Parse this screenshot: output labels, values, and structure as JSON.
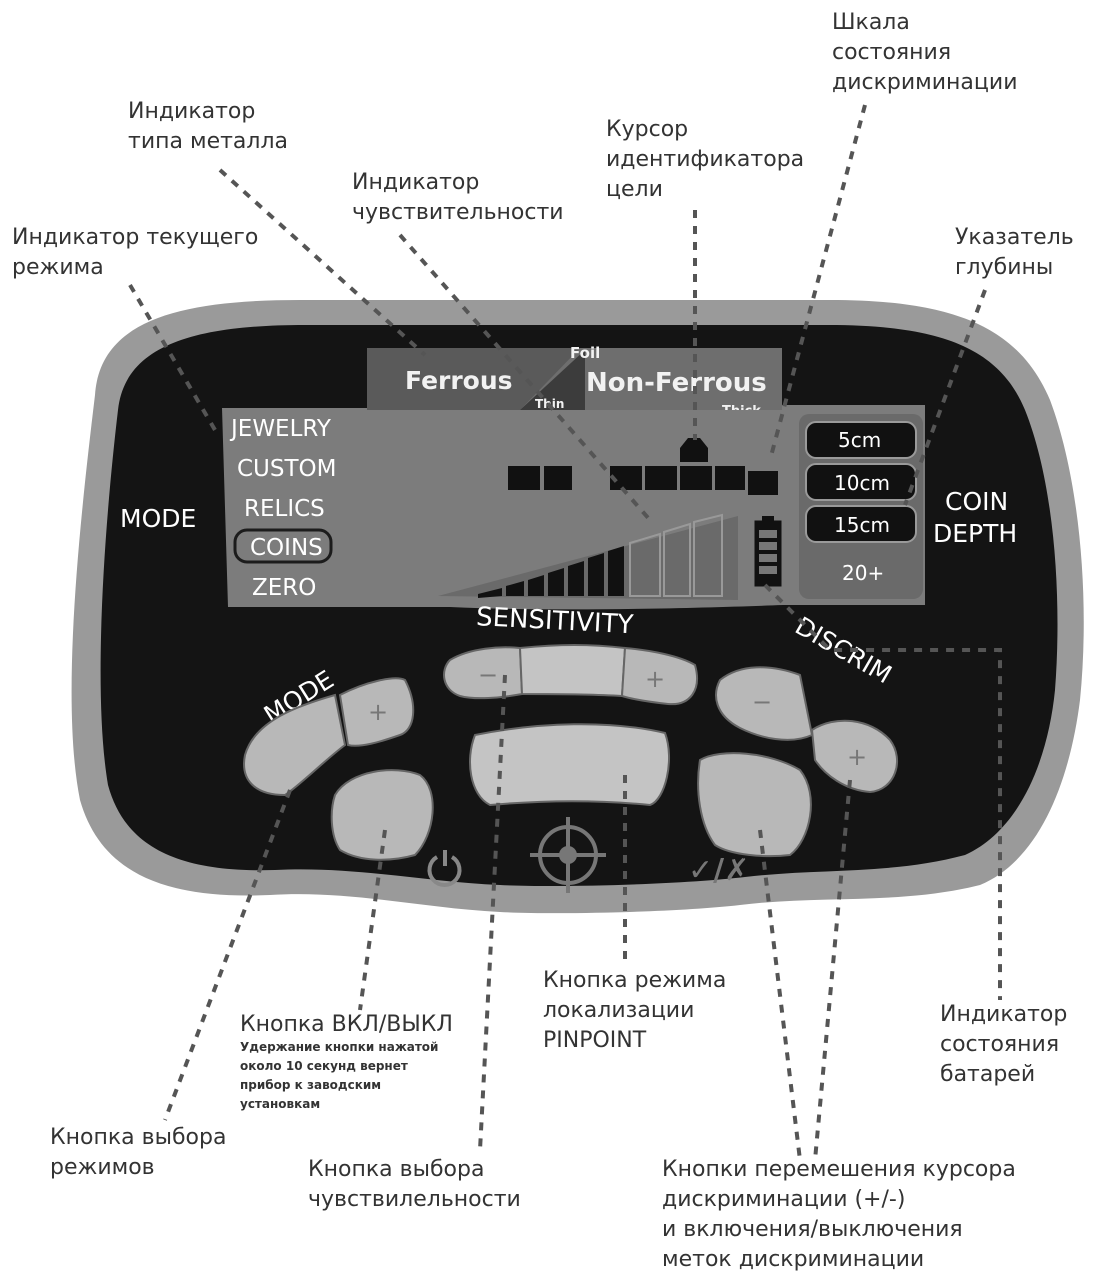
{
  "device": {
    "metal_indicator": {
      "ferrous": "Ferrous",
      "non_ferrous": "Non-Ferrous",
      "foil": "Foil",
      "thin": "Thin",
      "thick": "Thick"
    },
    "mode_title": "MODE",
    "modes": [
      "JEWELRY",
      "CUSTOM",
      "RELICS",
      "COINS",
      "ZERO"
    ],
    "selected_mode": "COINS",
    "depth_title_1": "COIN",
    "depth_title_2": "DEPTH",
    "depths": [
      "5cm",
      "10cm",
      "15cm",
      "20+"
    ],
    "sensitivity_label": "SENSITIVITY",
    "mode_button_label": "MODE",
    "discrim_label": "DISCRIM"
  },
  "callouts": {
    "scale": "Шкала\nсостояния\nдискриминации",
    "metal_type": "Индикатор\nтипа металла",
    "cursor": "Курсор\nидентификатора\nцели",
    "sensitivity": "Индикатор\nчувствительности",
    "current_mode": "Индикатор текущего\nрежима",
    "depth": "Указатель\nглубины",
    "pinpoint": "Кнопка режима\nлокализации\nPINPOINT",
    "power": "Кнопка ВКЛ/ВЫКЛ",
    "power_note": "Удержание кнопки нажатой\nоколо 10 секунд вернет\nприбор к заводским\nустановкам",
    "battery": "Индикатор\nсостояния\nбатарей",
    "mode_select": "Кнопка выбора\nрежимов",
    "sens_select": "Кнопка выбора\nчувствилельности",
    "discrim_buttons": "Кнопки перемешения курсора\nдискриминации (+/-)\nи включения/выключения\nметок дискриминации"
  }
}
